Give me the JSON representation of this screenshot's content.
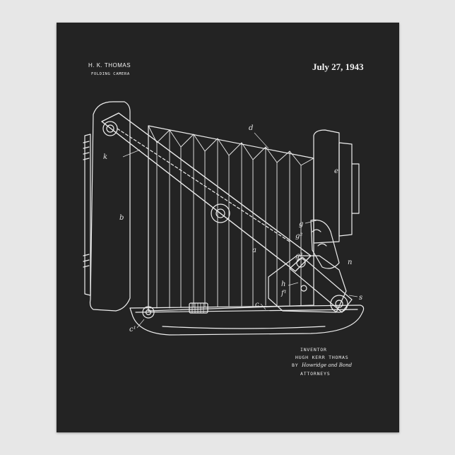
{
  "header": {
    "inventor_name": "H. K. THOMAS",
    "invention_title": "FOLDING CAMERA",
    "patent_date": "July 27, 1943"
  },
  "drawing_labels": {
    "a": "a",
    "b": "b",
    "c": "c",
    "c1": "c¹",
    "d": "d",
    "e": "e",
    "g": "g",
    "g2": "g²",
    "g3": "g³",
    "h": "h",
    "k": "k",
    "f1": "f¹",
    "s": "s",
    "n": "n"
  },
  "signature_block": {
    "heading": "INVENTOR",
    "name": "HUGH KERR THOMAS",
    "by": "BY",
    "attorneys_names": "Howridge and Bond",
    "role": "ATTORNEYS"
  }
}
